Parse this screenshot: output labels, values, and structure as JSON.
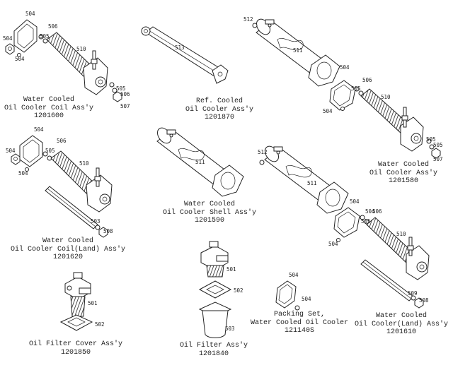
{
  "assemblies": [
    {
      "id": "a1",
      "name_line1": "Water Cooled",
      "name_line2": "Oil Cooler Coil Ass'y",
      "part_no": "1201600",
      "callouts": [
        "504",
        "504",
        "505",
        "506",
        "504",
        "510",
        "505",
        "506",
        "507"
      ]
    },
    {
      "id": "a2",
      "name_line1": "Ref. Cooled",
      "name_line2": "Oil Cooler Ass'y",
      "part_no": "1201870",
      "callouts": [
        "513"
      ]
    },
    {
      "id": "a3",
      "name_line1": "Water Cooled",
      "name_line2": "Oil Cooler Ass'y",
      "part_no": "1201580",
      "callouts": [
        "512",
        "511",
        "504",
        "506",
        "505",
        "504",
        "510",
        "505",
        "505",
        "507"
      ]
    },
    {
      "id": "a4",
      "name_line1": "Water Cooled",
      "name_line2": "Oil Cooler Coil(Land) Ass'y",
      "part_no": "1201620",
      "callouts": [
        "504",
        "504",
        "505",
        "506",
        "504",
        "510",
        "503",
        "508"
      ]
    },
    {
      "id": "a5",
      "name_line1": "Water Cooled",
      "name_line2": "Oil Cooler Shell Ass'y",
      "part_no": "1201590",
      "callouts": [
        "511"
      ]
    },
    {
      "id": "a6",
      "name_line1": "Water Cooled",
      "name_line2": "Oil Cooler(Land) Ass'y",
      "part_no": "1201610",
      "callouts": [
        "512",
        "511",
        "504",
        "504",
        "506",
        "505",
        "504",
        "510",
        "509",
        "508"
      ]
    },
    {
      "id": "a7",
      "name_line1": "Packing Set,",
      "name_line2": "Water Cooled Oil Cooler",
      "part_no": "121140S",
      "callouts": [
        "504",
        "504"
      ]
    },
    {
      "id": "a8",
      "name_line1": "Oil Filter Cover Ass'y",
      "name_line2": "",
      "part_no": "1201850",
      "callouts": [
        "501",
        "502"
      ]
    },
    {
      "id": "a9",
      "name_line1": "Oil Filter Ass'y",
      "name_line2": "",
      "part_no": "1201840",
      "callouts": [
        "501",
        "502",
        "503"
      ]
    }
  ]
}
